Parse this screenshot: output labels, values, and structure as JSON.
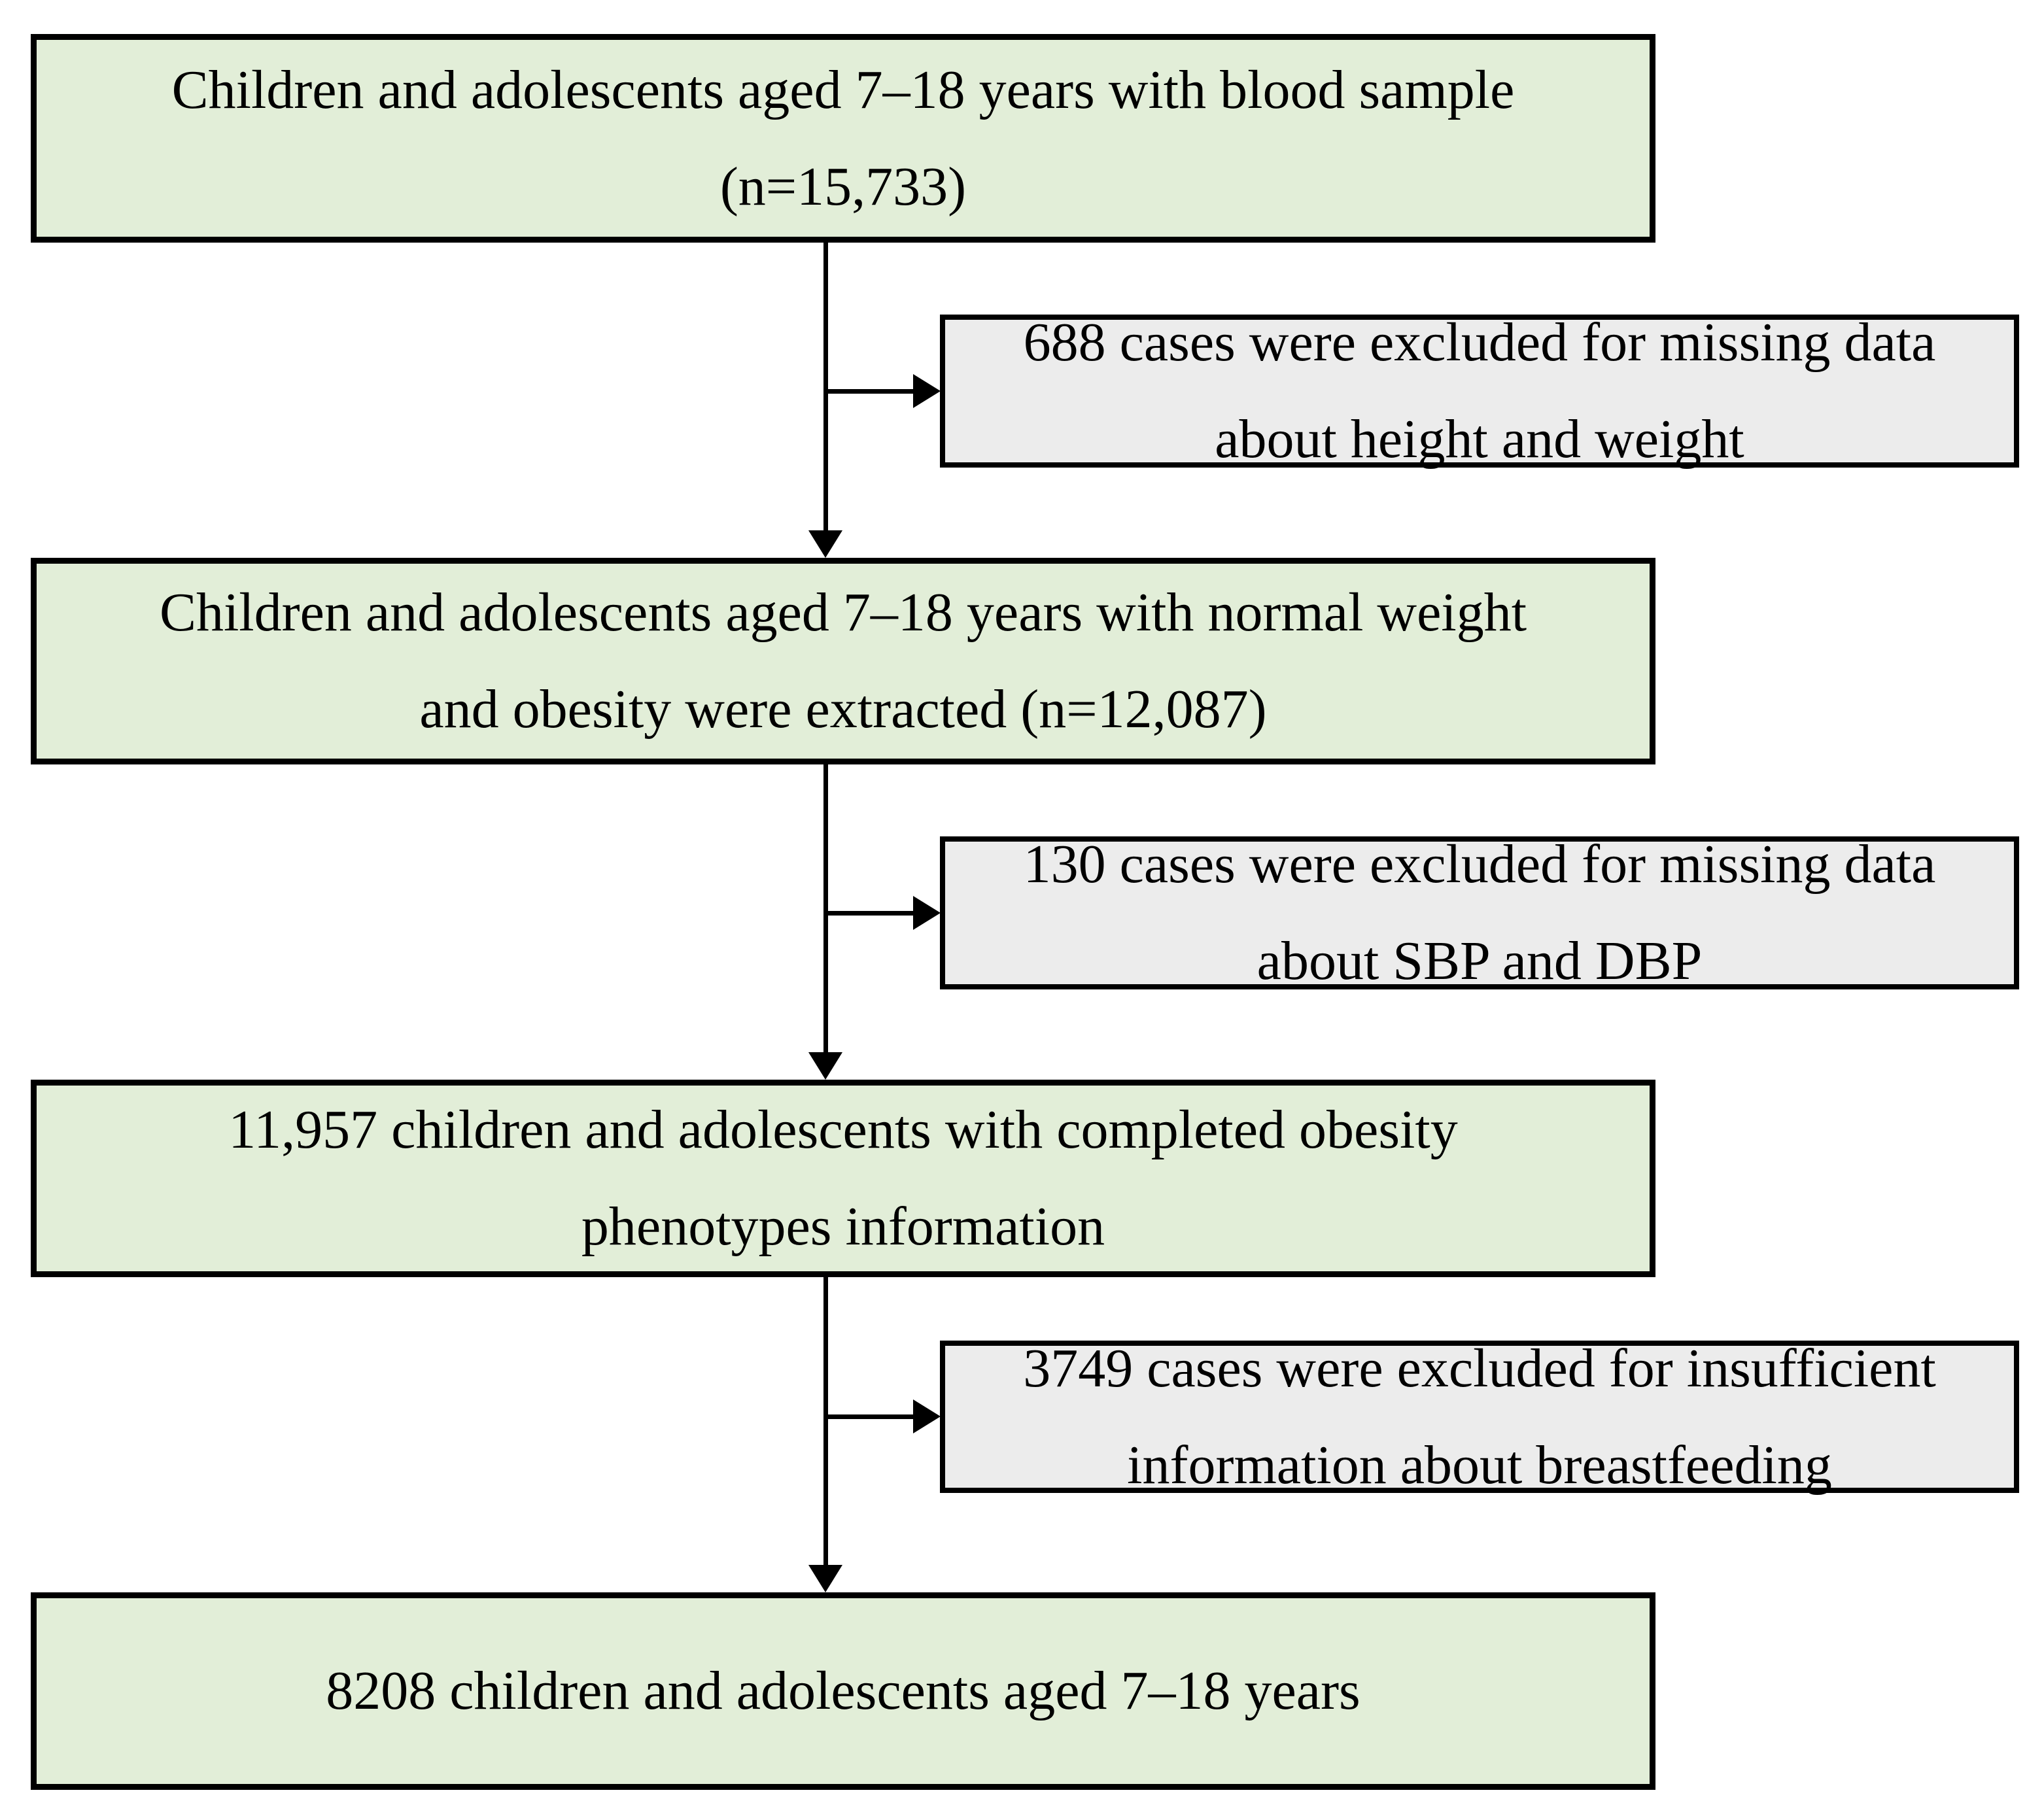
{
  "flow": {
    "boxes": [
      {
        "kind": "population",
        "lines": [
          "Children and adolescents aged 7–18 years with blood sample",
          "(n=15,733)"
        ]
      },
      {
        "kind": "exclusion",
        "lines": [
          "688 cases were excluded for missing data",
          "about height and weight"
        ]
      },
      {
        "kind": "population",
        "lines": [
          "Children and adolescents aged 7–18 years with normal weight",
          "and obesity were extracted (n=12,087)"
        ]
      },
      {
        "kind": "exclusion",
        "lines": [
          "130 cases were excluded for missing data",
          "about SBP and DBP"
        ]
      },
      {
        "kind": "population",
        "lines": [
          "11,957 children and adolescents with completed obesity",
          "phenotypes information"
        ]
      },
      {
        "kind": "exclusion",
        "lines": [
          "3749 cases were excluded for insufficient",
          "information about breastfeeding"
        ]
      },
      {
        "kind": "population",
        "lines": [
          "8208 children and adolescents aged 7–18 years"
        ]
      }
    ],
    "colors": {
      "population_fill": "#e2eed8",
      "exclusion_fill": "#ececec",
      "border": "#000000",
      "arrow": "#000000",
      "background": "#ffffff"
    }
  }
}
